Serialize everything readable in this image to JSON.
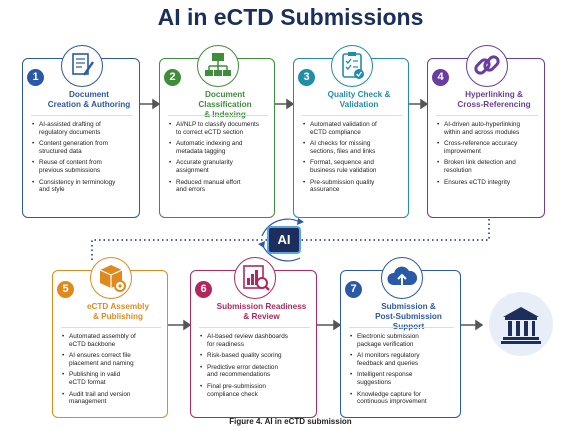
{
  "title": "AI in eCTD Submissions",
  "center_badge": "AI",
  "caption": "Figure 4. AI in eCTD submission",
  "colors": {
    "blue": "#2a59a8",
    "green": "#3f8f3a",
    "teal": "#1f8ea8",
    "purple": "#6a3da0",
    "orange": "#e08a1e",
    "pink": "#b3275d",
    "navy": "#1b2e5c"
  },
  "steps": [
    {
      "num": "1",
      "title_lines": [
        "Document",
        "Creation & Authoring"
      ],
      "icon": "document-edit-icon",
      "bullets": [
        [
          "AI-assisted drafting of",
          "regulatory documents"
        ],
        [
          "Content generation from",
          "structured data"
        ],
        [
          "Reuse of content from",
          "previous submissions"
        ],
        [
          "Consistency in terminology",
          "and style"
        ]
      ]
    },
    {
      "num": "2",
      "title_lines": [
        "Document Classification",
        "& Indexing"
      ],
      "icon": "folder-tree-icon",
      "bullets": [
        [
          "AI/NLP to classify documents",
          "to correct eCTD section"
        ],
        [
          "Automatic indexing and",
          "metadata tagging"
        ],
        [
          "Accurate granularity",
          "assignment"
        ],
        [
          "Reduced manual effort",
          "and errors"
        ]
      ]
    },
    {
      "num": "3",
      "title_lines": [
        "Quality Check &",
        "Validation"
      ],
      "icon": "clipboard-check-icon",
      "bullets": [
        [
          "Automated validation of",
          "eCTD compliance"
        ],
        [
          "AI checks for missing",
          "sections, files and links"
        ],
        [
          "Format, sequence and",
          "business rule validation"
        ],
        [
          "Pre-submission quality",
          "assurance"
        ]
      ]
    },
    {
      "num": "4",
      "title_lines": [
        "Hyperlinking &",
        "Cross-Referencing"
      ],
      "icon": "chain-link-icon",
      "bullets": [
        [
          "AI-driven auto-hyperlinking",
          "within and across modules"
        ],
        [
          "Cross-reference accuracy",
          "improvement"
        ],
        [
          "Broken link detection and",
          "resolution"
        ],
        [
          "Ensures eCTD integrity"
        ]
      ]
    },
    {
      "num": "5",
      "title_lines": [
        "eCTD Assembly",
        "& Publishing"
      ],
      "icon": "package-gear-icon",
      "bullets": [
        [
          "Automated assembly of",
          "eCTD backbone"
        ],
        [
          "AI ensures correct file",
          "placement and naming"
        ],
        [
          "Publishing in valid",
          "eCTD format"
        ],
        [
          "Audit trail and version",
          "management"
        ]
      ]
    },
    {
      "num": "6",
      "title_lines": [
        "Submission Readiness",
        "& Review"
      ],
      "icon": "chart-magnifier-icon",
      "bullets": [
        [
          "AI-based review dashboards",
          "for readiness"
        ],
        [
          "Risk-based quality scoring"
        ],
        [
          "Predictive error detection",
          "and recommendations"
        ],
        [
          "Final pre-submission",
          "compliance check"
        ]
      ]
    },
    {
      "num": "7",
      "title_lines": [
        "Submission &",
        "Post-Submission Support"
      ],
      "icon": "cloud-upload-icon",
      "bullets": [
        [
          "Electronic submission",
          "package verification"
        ],
        [
          "AI monitors regulatory",
          "feedback and queries"
        ],
        [
          "Intelligent response",
          "suggestions"
        ],
        [
          "Knowledge capture for",
          "continuous improvement"
        ]
      ]
    }
  ],
  "final_icon": "agency-building-icon"
}
